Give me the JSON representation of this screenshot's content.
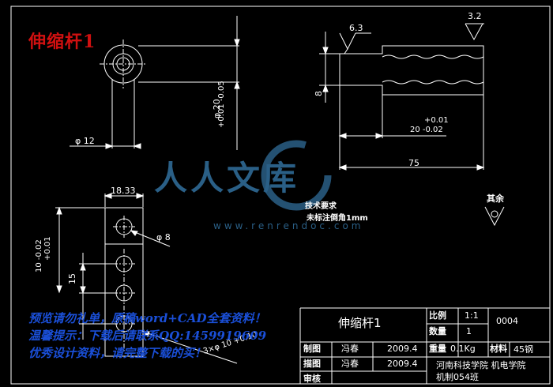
{
  "drawing": {
    "title_red": "伸缩杆1"
  },
  "dims": {
    "phi12": "φ 12",
    "phi20": "φ 20",
    "phi20_tol": "+0.01 -0.05",
    "roughness_a": "6.3",
    "roughness_b": "3.2",
    "dim8": "8",
    "dim20_tol_upper": "+0.01",
    "dim20": "20 -0.02",
    "dim75": "75",
    "dim18_33": "18.33",
    "phi8": "φ 8",
    "dim10": "10 -0.02",
    "dim10_tol": "+0.01",
    "dim15": "15",
    "diag": "3×φ 10 +0.10"
  },
  "notes": {
    "tech_req_title": "技术要求",
    "tech_req_body": "未标注倒角1mm",
    "other_label": "其余",
    "blue_line1": "预览请勿礼单，原稿word+CAD全套资料！",
    "blue_line2": "温馨提示：下载后请联系QQ:1459919609",
    "blue_line3": "优秀设计资料，请完整下载的买！"
  },
  "watermark": {
    "text": "人人文库",
    "url": "www.renrendoc.com"
  },
  "title_block": {
    "part_name": "伸缩杆1",
    "scale_label": "比例",
    "scale_value": "1:1",
    "drawing_no": "0004",
    "qty_label": "数量",
    "qty_value": "1",
    "drawn_label": "制图",
    "drawn_by": "冯春",
    "drawn_date": "2009.4",
    "weight_label": "重量",
    "weight_value": "0.1Kg",
    "material_label": "材料",
    "material_value": "45钢",
    "drafted_label": "描图",
    "drafted_by": "冯春",
    "drafted_date": "2009.4",
    "school": "河南科技学院 机电学院",
    "class_name": "机制054班",
    "review_label": "审核"
  }
}
